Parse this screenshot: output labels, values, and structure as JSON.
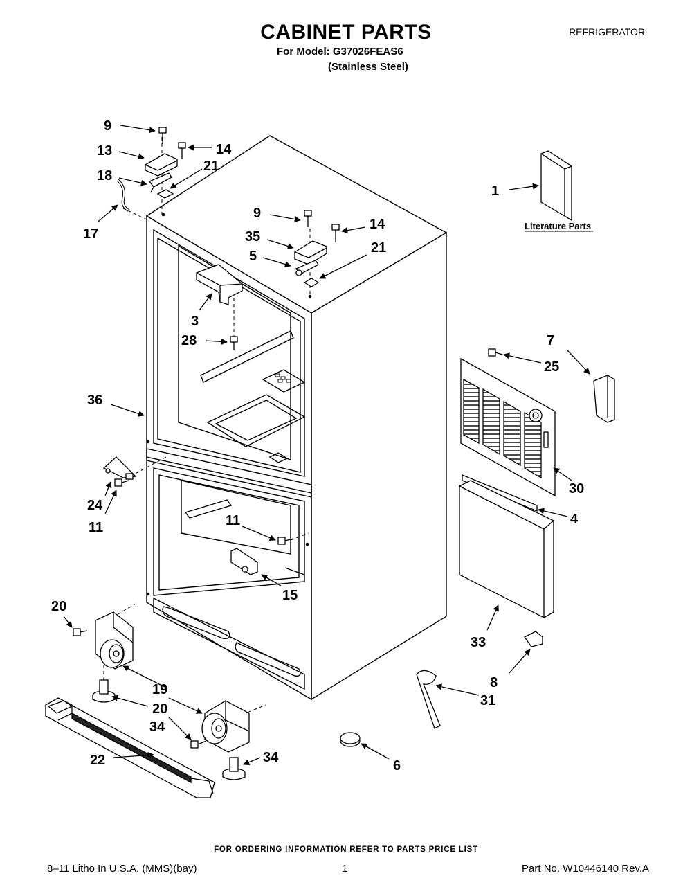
{
  "header": {
    "title": "CABINET PARTS",
    "model_line": "For Model: G37026FEAS6",
    "finish_line": "(Stainless Steel)",
    "category": "REFRIGERATOR"
  },
  "callouts": [
    {
      "id": "9",
      "part": "screw"
    },
    {
      "id": "13",
      "part": "hinge-cover"
    },
    {
      "id": "14",
      "part": "screw"
    },
    {
      "id": "18",
      "part": "hinge"
    },
    {
      "id": "21",
      "part": "shim"
    },
    {
      "id": "17",
      "part": "wire-harness"
    },
    {
      "id": "9",
      "part": "screw"
    },
    {
      "id": "14",
      "part": "screw"
    },
    {
      "id": "35",
      "part": "hinge-cover"
    },
    {
      "id": "5",
      "part": "hinge"
    },
    {
      "id": "21",
      "part": "shim"
    },
    {
      "id": "1",
      "part": "literature"
    },
    {
      "id": "3",
      "part": "bracket"
    },
    {
      "id": "28",
      "part": "screw"
    },
    {
      "id": "36",
      "part": "cabinet"
    },
    {
      "id": "7",
      "part": "clip"
    },
    {
      "id": "25",
      "part": "screw"
    },
    {
      "id": "30",
      "part": "rear-access-cover"
    },
    {
      "id": "4",
      "part": "trim-strip"
    },
    {
      "id": "24",
      "part": "bracket"
    },
    {
      "id": "11",
      "part": "screw"
    },
    {
      "id": "11",
      "part": "screw"
    },
    {
      "id": "15",
      "part": "bracket"
    },
    {
      "id": "33",
      "part": "panel"
    },
    {
      "id": "20",
      "part": "screw"
    },
    {
      "id": "19",
      "part": "roller-assembly"
    },
    {
      "id": "20",
      "part": "screw"
    },
    {
      "id": "34",
      "part": "leveling-leg"
    },
    {
      "id": "8",
      "part": "clip"
    },
    {
      "id": "31",
      "part": "wrench"
    },
    {
      "id": "22",
      "part": "grille"
    },
    {
      "id": "34",
      "part": "leveling-leg"
    },
    {
      "id": "6",
      "part": "plug"
    }
  ],
  "literature_label": "Literature Parts",
  "footer": {
    "ordering_note": "FOR ORDERING INFORMATION REFER TO PARTS PRICE LIST",
    "print_info": "8–11 Litho In U.S.A. (MMS)(bay)",
    "page_number": "1",
    "part_number": "Part No. W10446140 Rev.A"
  }
}
